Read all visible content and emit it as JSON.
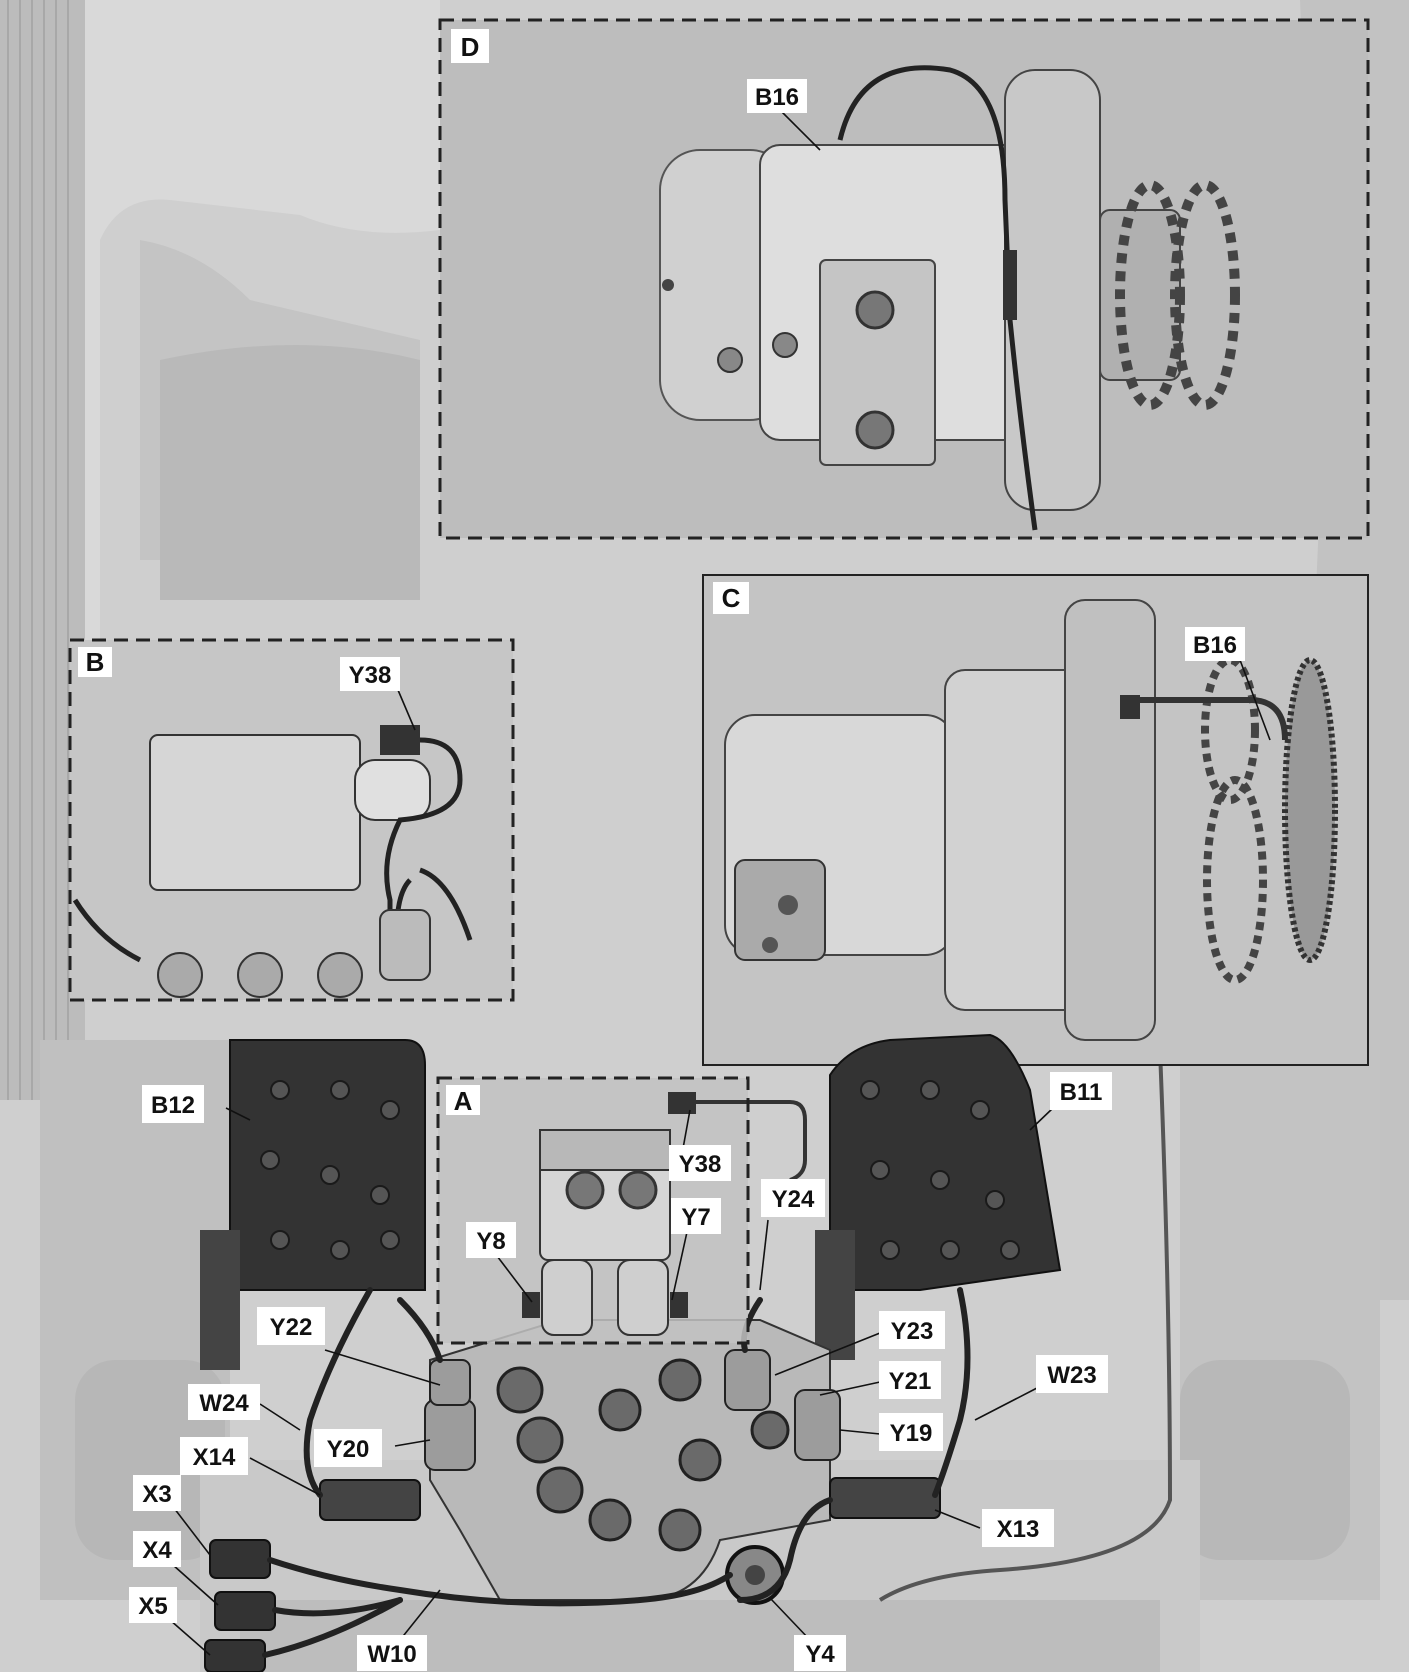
{
  "insets": {
    "a": "A",
    "b": "B",
    "c": "C",
    "d": "D"
  },
  "labels": {
    "b16_d": "B16",
    "b16_c": "B16",
    "y38_b": "Y38",
    "y38_a": "Y38",
    "y7": "Y7",
    "y8": "Y8",
    "y24": "Y24",
    "b12": "B12",
    "b11": "B11",
    "y22": "Y22",
    "y23": "Y23",
    "y21": "Y21",
    "y19": "Y19",
    "w24": "W24",
    "w23": "W23",
    "y20": "Y20",
    "x14": "X14",
    "x13": "X13",
    "x3": "X3",
    "x4": "X4",
    "x5": "X5",
    "w10": "W10",
    "y4": "Y4"
  }
}
